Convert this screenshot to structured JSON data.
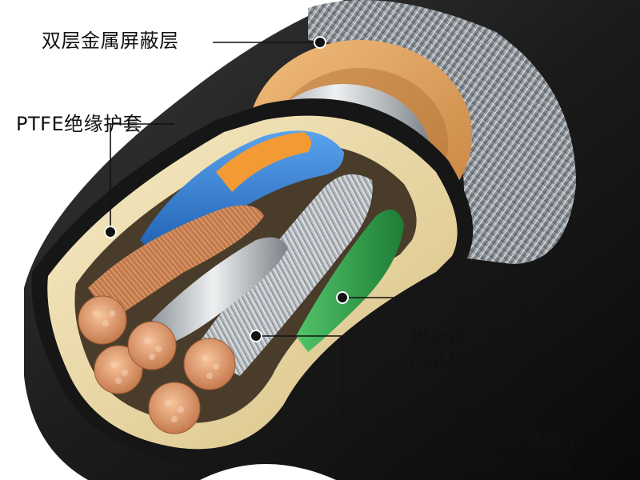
{
  "labels": {
    "shield": "双层金属屏蔽层",
    "ptfe": "PTFE绝缘护套",
    "pmma_line1": "掺杂稀土元素的",
    "pmma_line2": "PMMA光纤芯材",
    "test_line1": "屏幕性能测试",
    "test_line2": "在1000V/m电磁场强度下",
    "test_line3": "传输损耗变化率<0.5%"
  },
  "colors": {
    "outer_jacket": "#1a1a1a",
    "braid": "#9aa0a6",
    "orange_layer": "#e0a45c",
    "ptfe_insulation": "#ecd9a4",
    "blue_core": "#2f7fd8",
    "orange_core": "#f39a34",
    "green_core": "#2fa84a",
    "copper": "#d2875a",
    "silver": "#c4c8cc"
  }
}
